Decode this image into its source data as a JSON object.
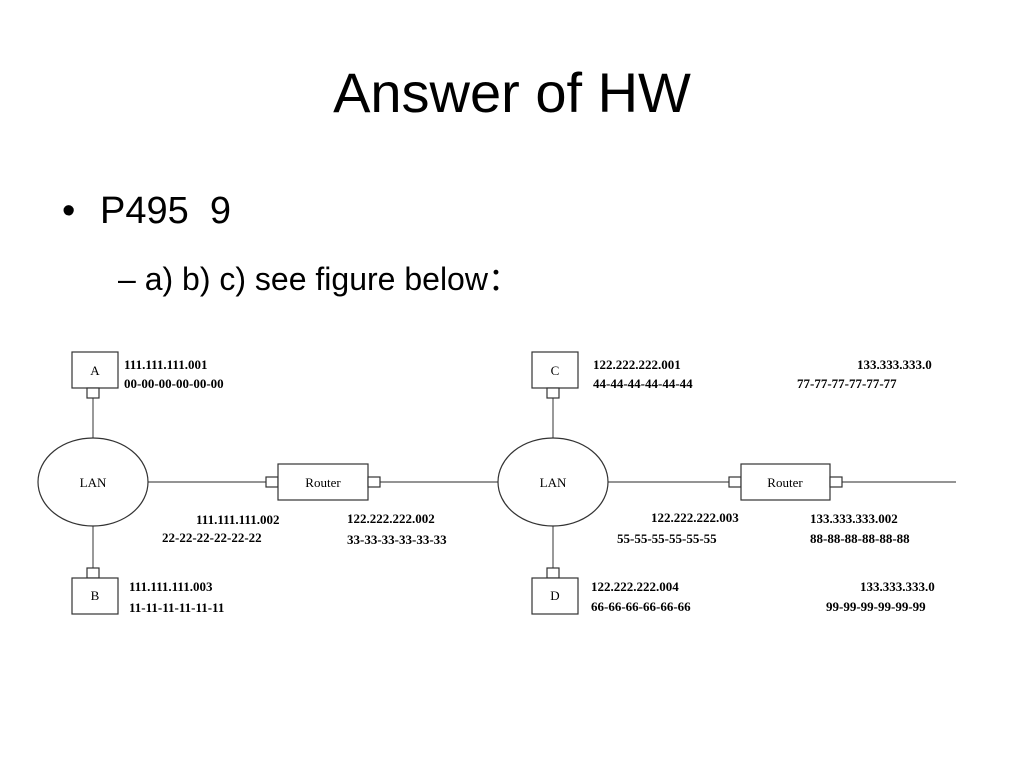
{
  "slide": {
    "title": "Answer of HW",
    "bullet": {
      "marker": "•",
      "text": "P495  9"
    },
    "sub_bullet": {
      "marker": "–",
      "text": "a) b) c) see figure below："
    }
  },
  "diagram": {
    "nodes": {
      "host_a": "A",
      "host_b": "B",
      "host_c": "C",
      "host_d": "D",
      "lan_1": "LAN",
      "lan_2": "LAN",
      "router_1": "Router",
      "router_2": "Router"
    },
    "labels": {
      "a_ip": "111.111.111.001",
      "a_mac": "00-00-00-00-00-00",
      "b_ip": "111.111.111.003",
      "b_mac": "11-11-11-11-11-11",
      "r1_left_ip": "111.111.111.002",
      "r1_left_mac": "22-22-22-22-22-22",
      "r1_right_ip": "122.222.222.002",
      "r1_right_mac": "33-33-33-33-33-33",
      "c_ip": "122.222.222.001",
      "c_mac": "44-44-44-44-44-44",
      "d_ip": "122.222.222.004",
      "d_mac": "66-66-66-66-66-66",
      "r2_left_ip": "122.222.222.003",
      "r2_left_mac": "55-55-55-55-55-55",
      "r2_right_ip": "133.333.333.002",
      "r2_right_mac": "88-88-88-88-88-88",
      "top_right_ip": "133.333.333.0",
      "top_right_mac": "77-77-77-77-77-77",
      "bottom_right_ip": "133.333.333.0",
      "bottom_right_mac": "99-99-99-99-99-99"
    }
  }
}
